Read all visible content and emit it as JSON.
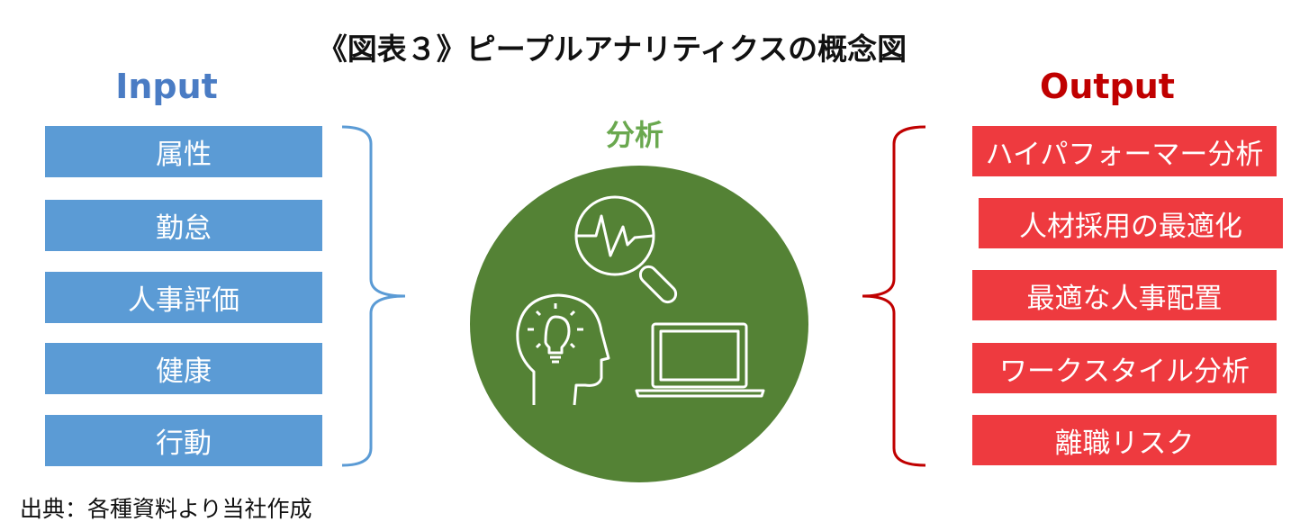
{
  "title": "《図表３》ピープルアナリティクスの概念図",
  "input": {
    "label": "Input",
    "items": [
      "属性",
      "勤怠",
      "人事評価",
      "健康",
      "行動"
    ]
  },
  "analysis": {
    "label": "分析"
  },
  "output": {
    "label": "Output",
    "items": [
      "ハイパフォーマー分析",
      "人材採用の最適化",
      "最適な人事配置",
      "ワークスタイル分析",
      "離職リスク"
    ]
  },
  "source": "出典：各種資料より当社作成",
  "colors": {
    "input": "#5b9bd5",
    "output": "#ee3a3f",
    "circle": "#548235"
  }
}
